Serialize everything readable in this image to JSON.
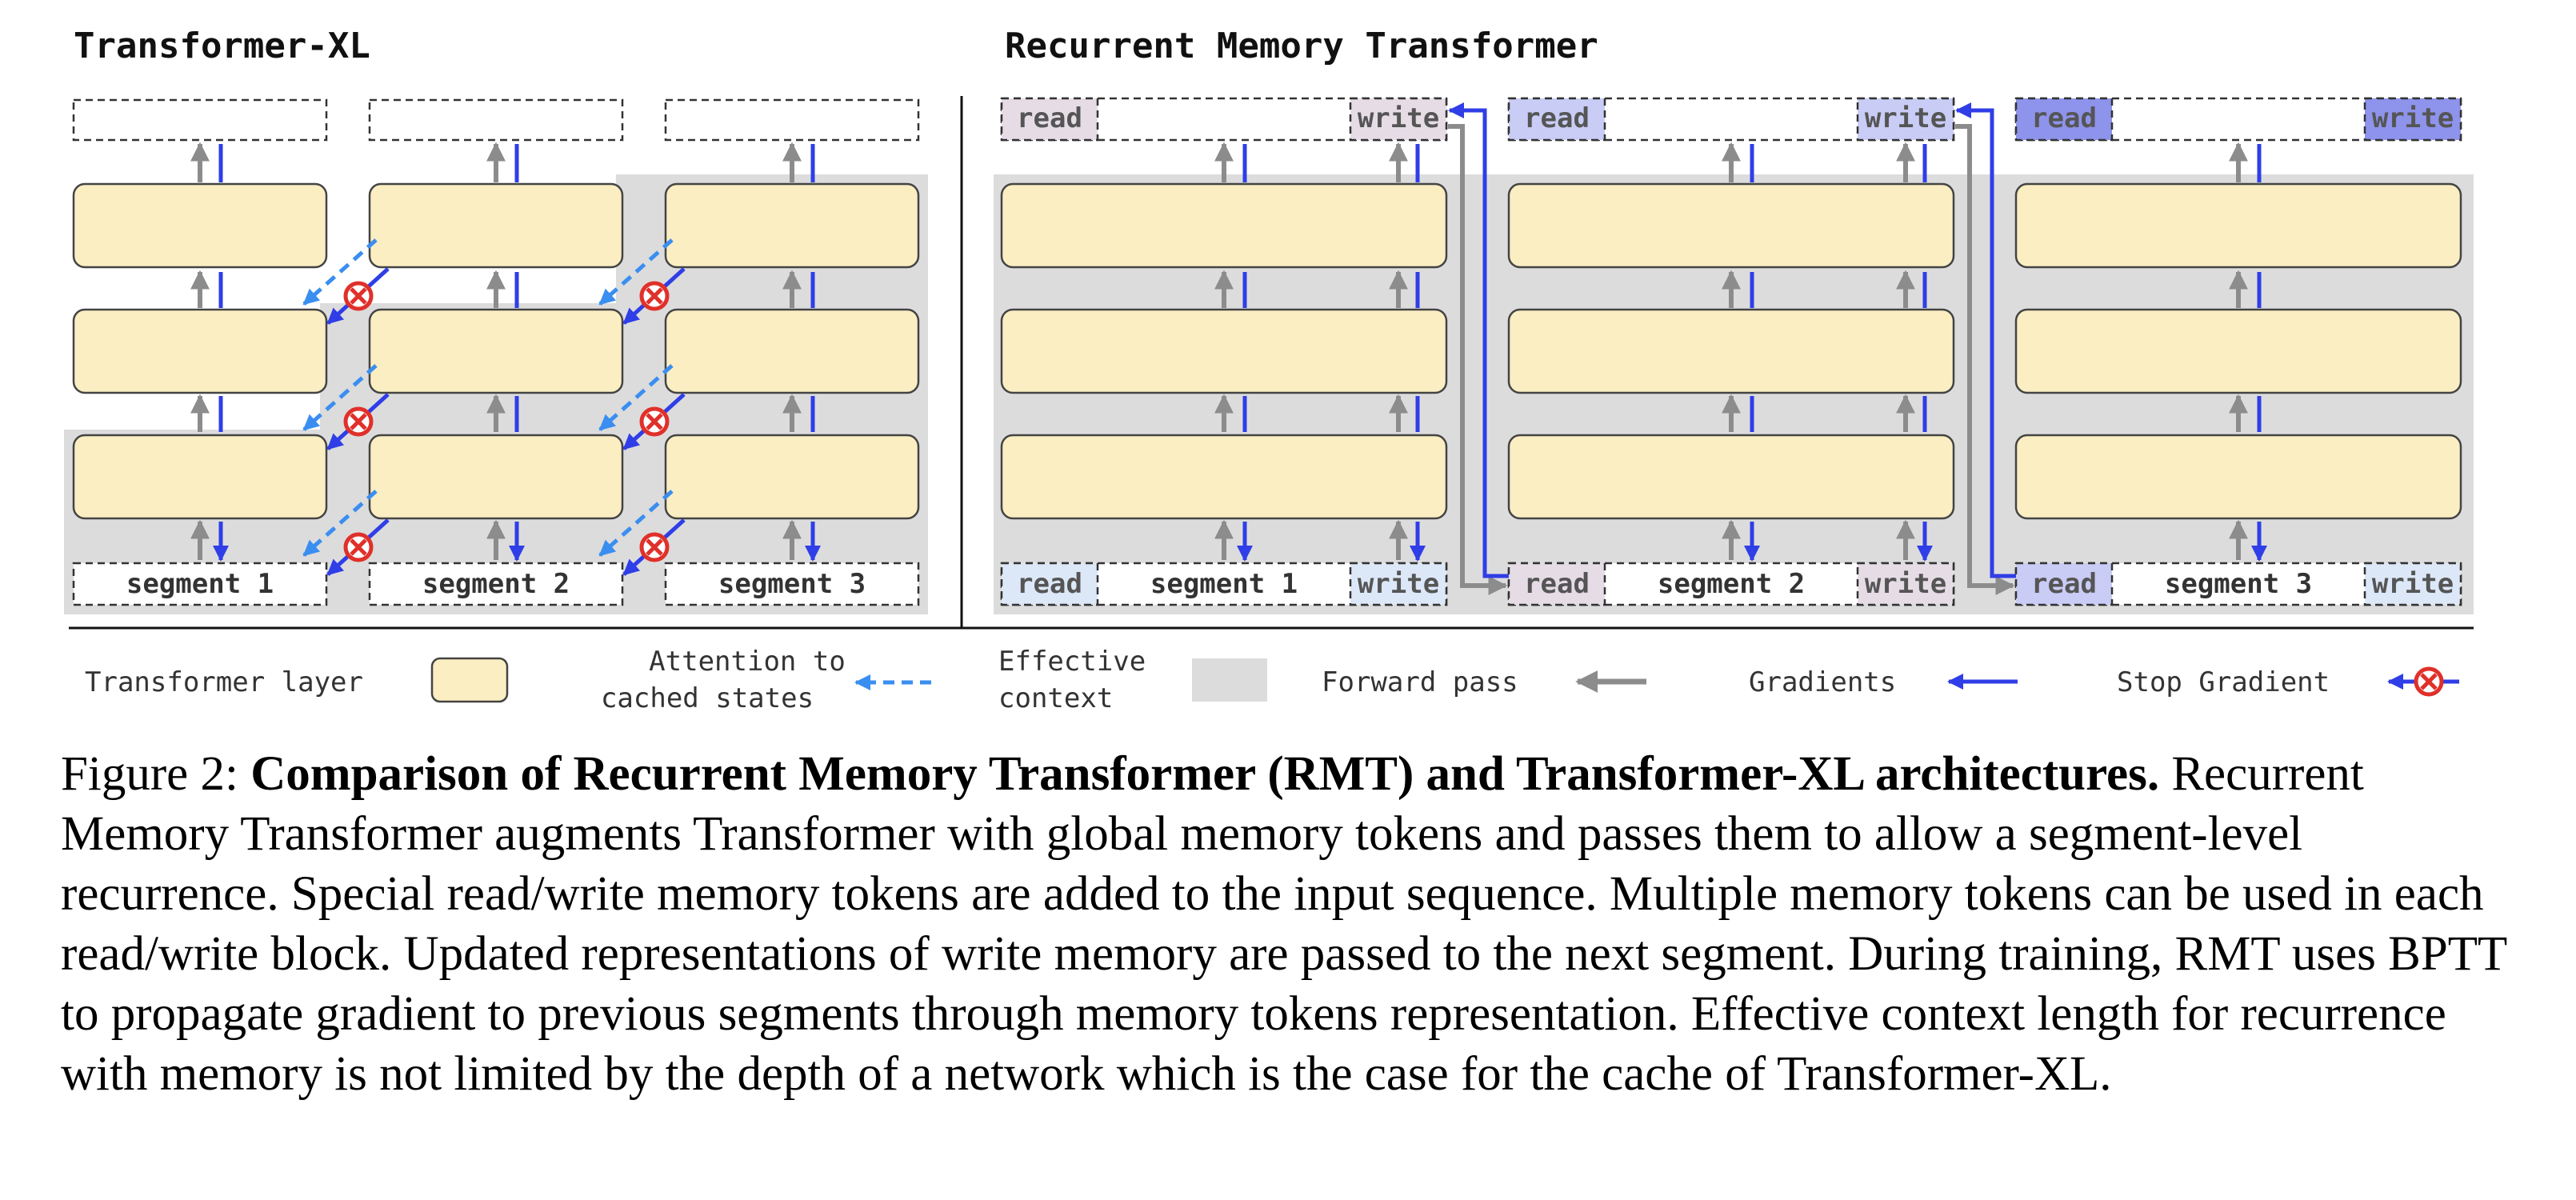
{
  "diagram": {
    "left_title": "Transformer-XL",
    "right_title": "Recurrent Memory Transformer",
    "xl_segments": [
      "segment 1",
      "segment 2",
      "segment 3"
    ],
    "rmt_segments": [
      "segment 1",
      "segment 2",
      "segment 3"
    ],
    "read_label": "read",
    "write_label": "write"
  },
  "legend": {
    "transformer_layer": "Transformer layer",
    "attention_line1": "Attention to",
    "attention_line2": "cached states",
    "effective_line1": "Effective",
    "effective_line2": "context",
    "forward_pass": "Forward pass",
    "gradients": "Gradients",
    "stop_gradient": "Stop Gradient"
  },
  "caption": {
    "label": "Figure 2:",
    "bold": "Comparison of Recurrent Memory Transformer (RMT) and Transformer-XL architectures.",
    "text": "Recurrent Memory Transformer augments Transformer with global memory tokens and passes them to allow a segment-level recurrence. Special read/write memory tokens are added to the input sequence. Multiple memory tokens can be used in each read/write block. Updated representations of write memory are passed to the next segment. During training, RMT uses BPTT to propagate gradient to previous segments through memory tokens representation. Effective context length for recurrence with memory is not limited by the depth of a network which is the case for the cache of Transformer-XL."
  },
  "colors": {
    "layer_fill": "#fbeec2",
    "layer_stroke": "#444444",
    "context_gray": "#dcdcdc",
    "forward_gray": "#8c8c8c",
    "gradient_blue": "#2f3ee6",
    "attention_blue": "#3a8ef0",
    "stop_red": "#e0302a",
    "mem1_fill": "#e6dce6",
    "mem2_fill": "#c9ccf5",
    "mem3_fill": "#8e93ec",
    "read_first_fill": "#dce8f8"
  }
}
